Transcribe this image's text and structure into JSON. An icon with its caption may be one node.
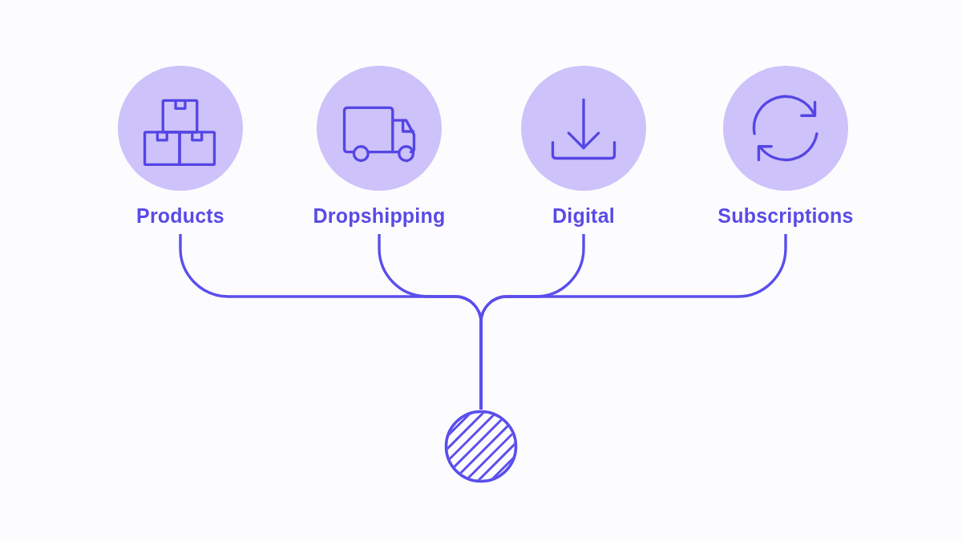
{
  "diagram": {
    "nodes": [
      {
        "text": [
          "Products"
        ]
      },
      {
        "text": [
          "Dropshipping"
        ]
      },
      {
        "text": [
          "Digital"
        ]
      },
      {
        "text": [
          "Subscriptions"
        ]
      },
      {
        "text": [],
        "shape": "circle"
      }
    ],
    "edges": [
      {
        "from": 0,
        "to": 4,
        "arrow": "none"
      },
      {
        "from": 1,
        "to": 4,
        "arrow": "none"
      },
      {
        "from": 2,
        "to": 4,
        "arrow": "none"
      },
      {
        "from": 3,
        "to": 4,
        "arrow": "none"
      }
    ]
  }
}
